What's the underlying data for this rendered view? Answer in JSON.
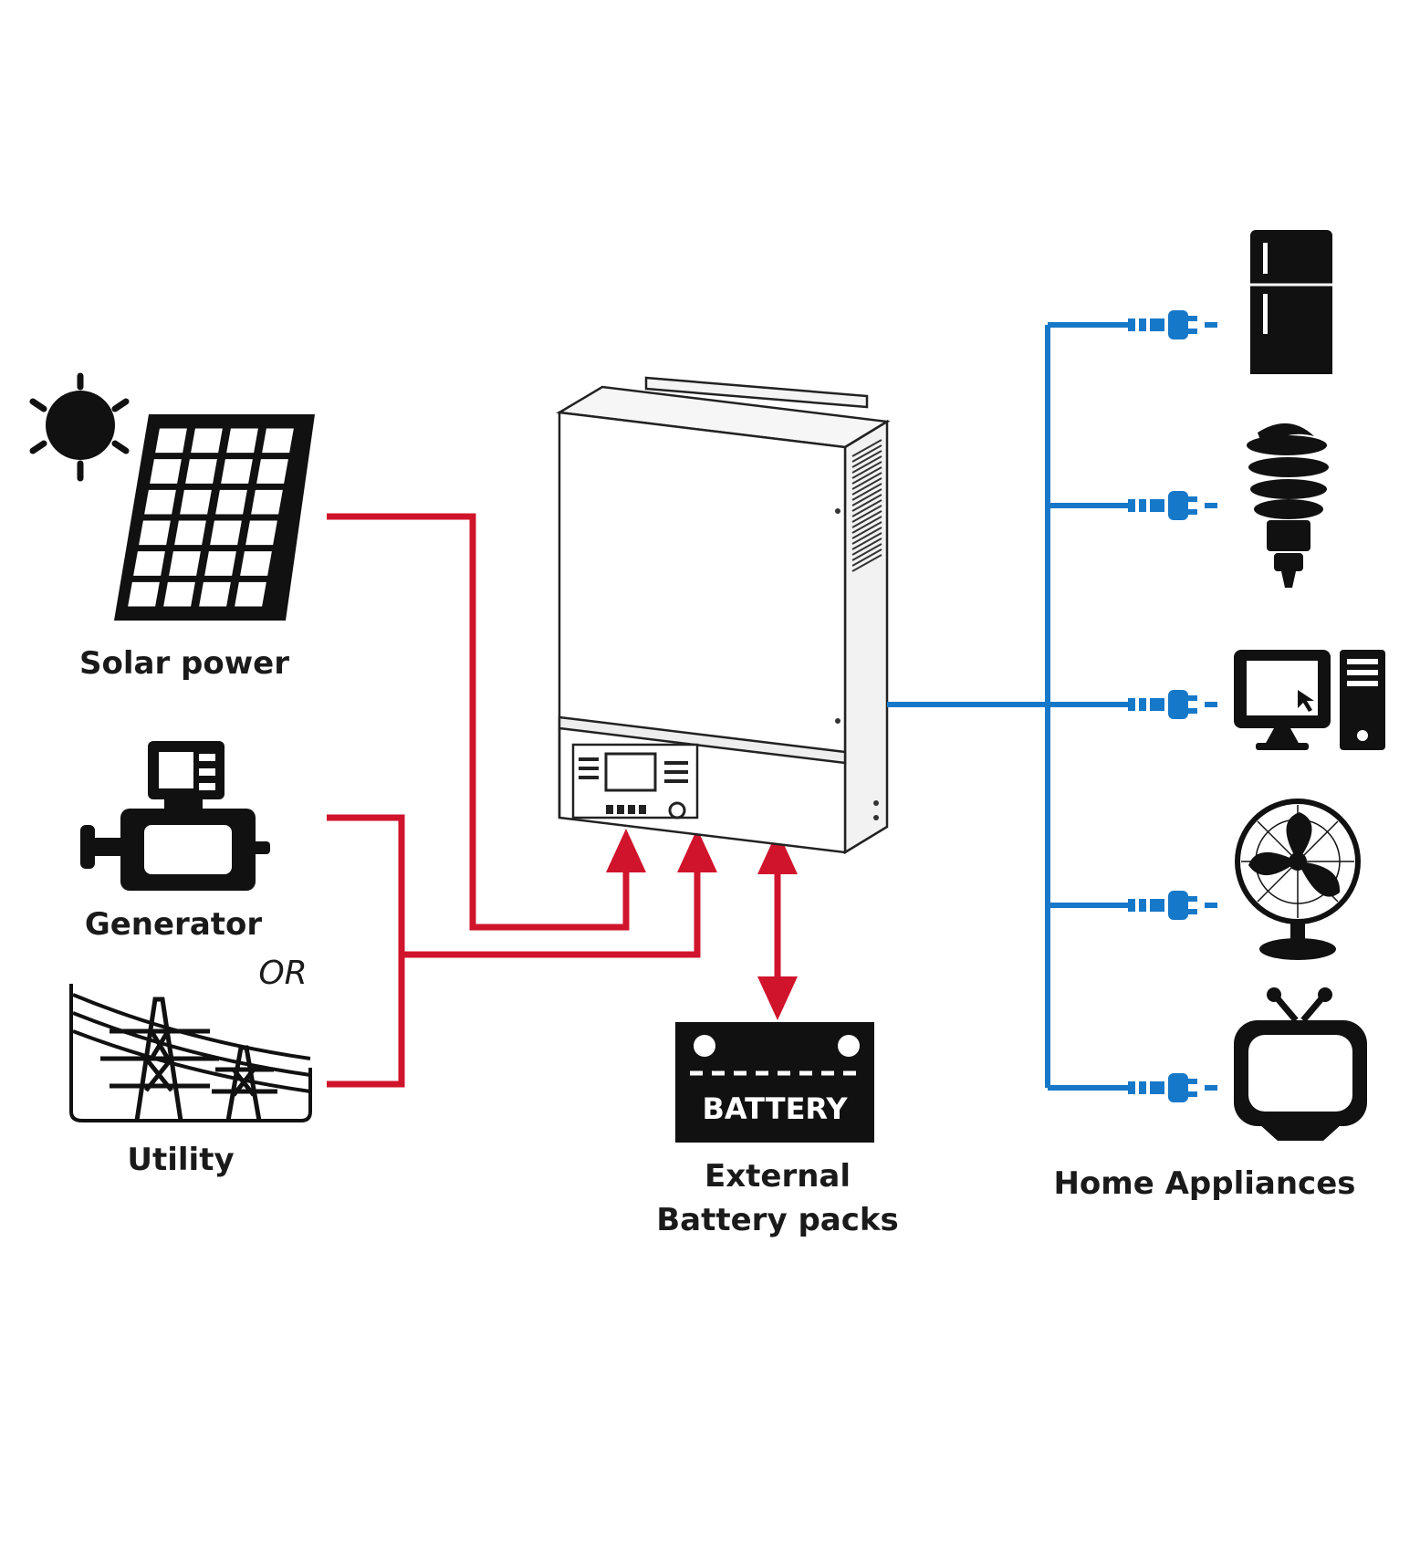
{
  "labels": {
    "solar": "Solar power",
    "generator": "Generator",
    "or": "OR",
    "utility": "Utility",
    "battery_word": "BATTERY",
    "battery_line1": "External",
    "battery_line2": "Battery packs",
    "appliances": "Home Appliances"
  },
  "colors": {
    "input_wire": "#d0142c",
    "output_wire": "#1678c9",
    "ink": "#111111"
  },
  "icons": [
    "sun-icon",
    "solar-panel-icon",
    "generator-icon",
    "utility-tower-icon",
    "inverter-icon",
    "battery-icon",
    "refrigerator-icon",
    "light-bulb-icon",
    "computer-icon",
    "fan-icon",
    "tv-icon",
    "plug-icon"
  ]
}
